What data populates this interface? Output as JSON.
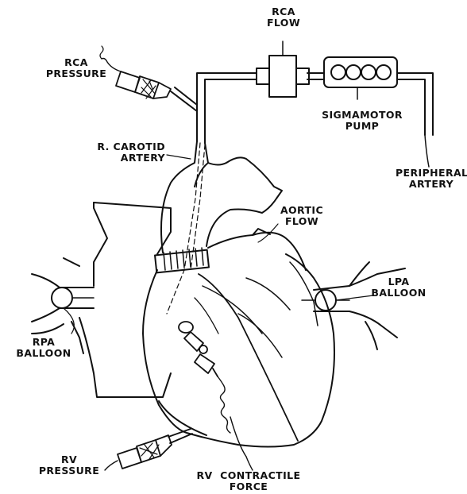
{
  "labels": {
    "rca_flow": [
      "RCA",
      "FLOW"
    ],
    "rca_pressure": [
      "RCA",
      "PRESSURE"
    ],
    "sigmamotor_pump": [
      "SIGMAMOTOR",
      "PUMP"
    ],
    "r_carotid_artery": [
      "R. CAROTID",
      "ARTERY"
    ],
    "peripheral_artery": [
      "PERIPHERAL",
      "ARTERY"
    ],
    "aortic_flow": [
      "AORTIC",
      "FLOW"
    ],
    "lpa_balloon": [
      "LPA",
      "BALLOON"
    ],
    "rpa_balloon": [
      "RPA",
      "BALLOON"
    ],
    "rv_pressure": [
      "RV",
      "PRESSURE"
    ],
    "rv_contractile_force": [
      "RV  CONTRACTILE",
      "FORCE"
    ]
  },
  "colors": {
    "ink": "#111111",
    "paper": "#ffffff"
  }
}
